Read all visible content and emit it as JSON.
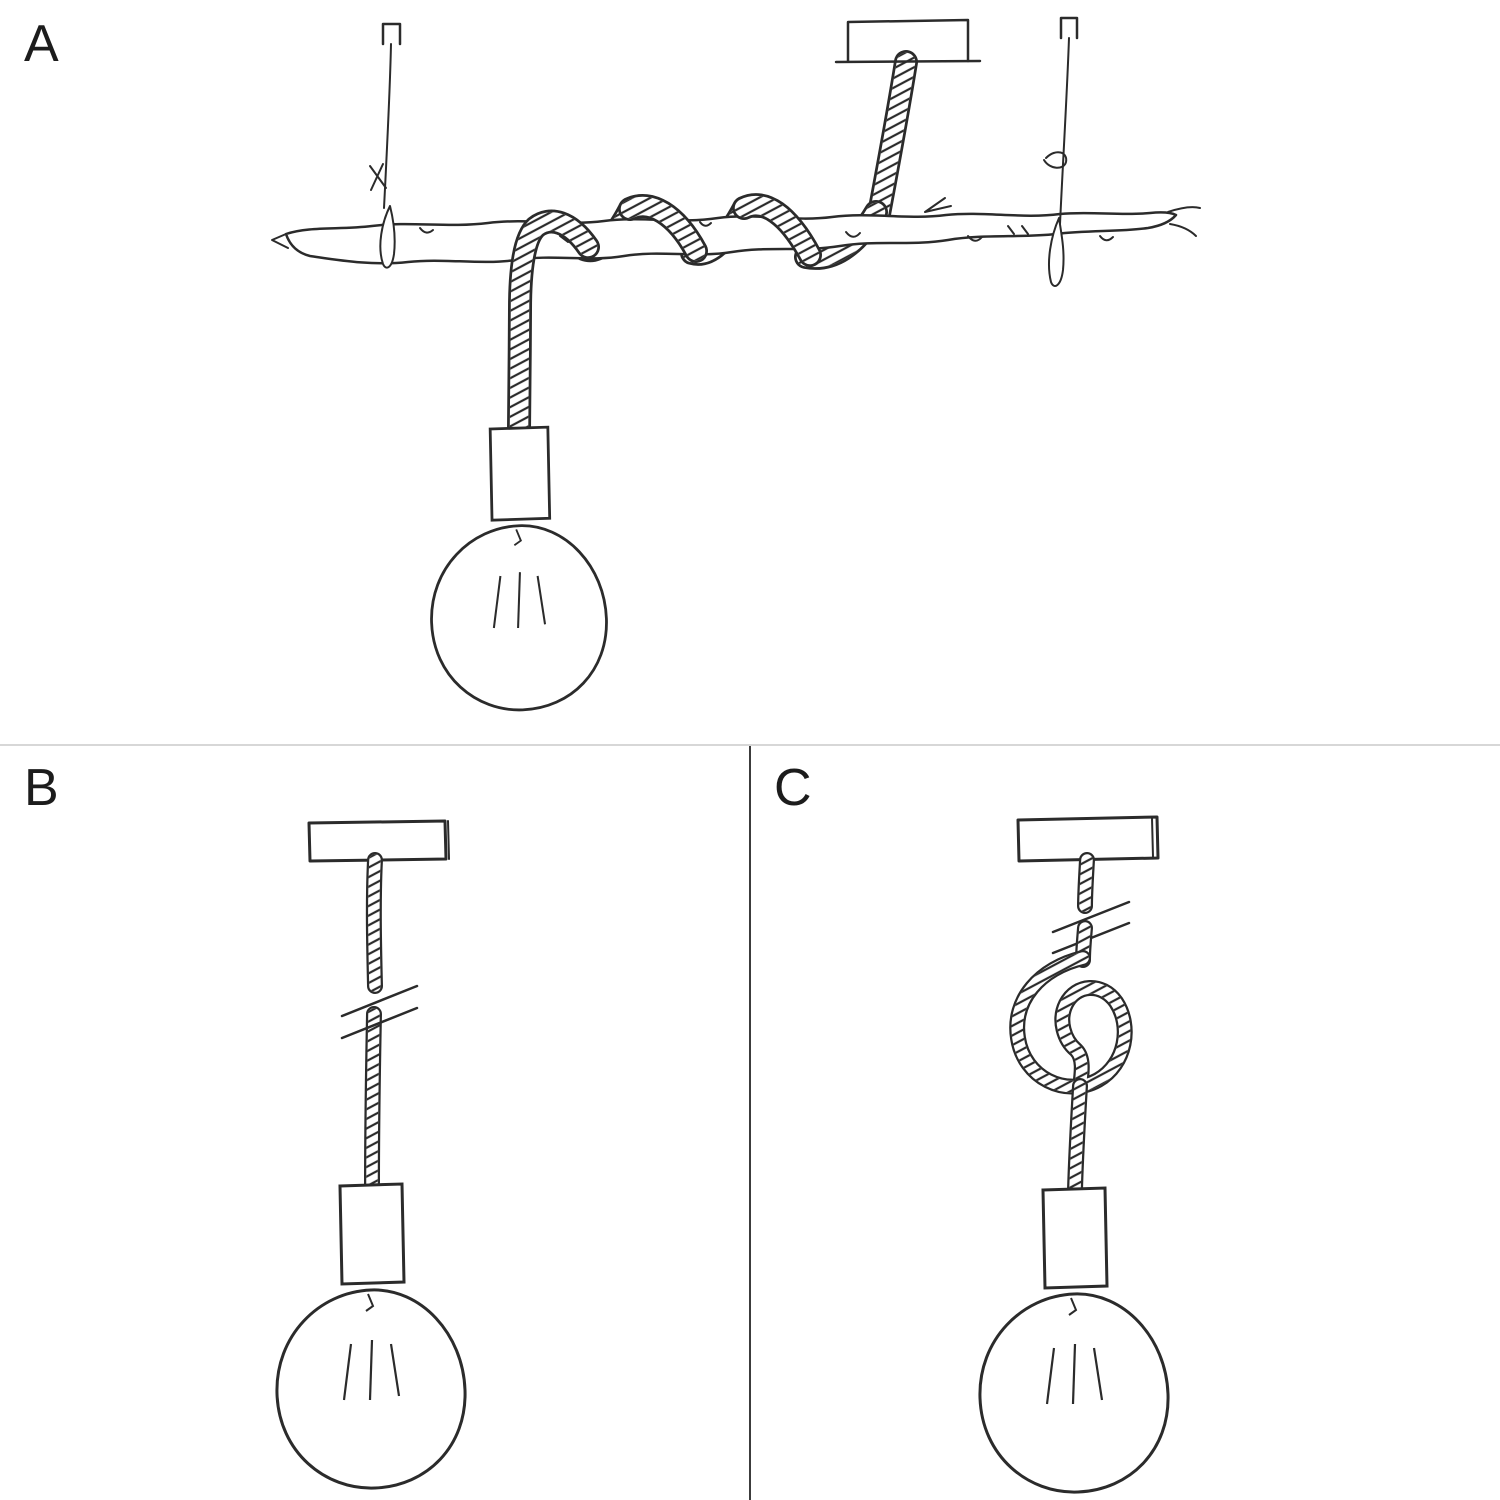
{
  "panels": {
    "a": {
      "label": "A"
    },
    "b": {
      "label": "B"
    },
    "c": {
      "label": "C"
    }
  },
  "colors": {
    "ink": "#2b2b2b",
    "background": "#ffffff",
    "divider_light": "#d7d7d7",
    "divider_dark": "#3c3c3c"
  }
}
